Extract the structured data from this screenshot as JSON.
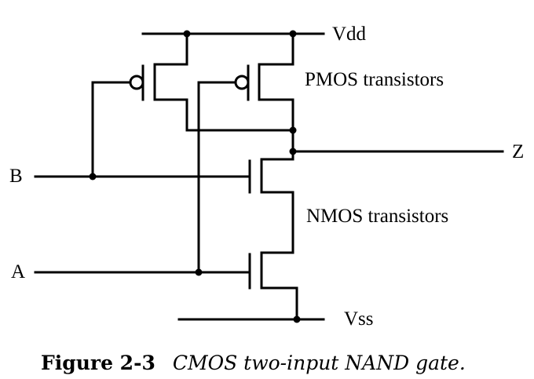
{
  "labels": {
    "vdd": "Vdd",
    "vss": "Vss",
    "input_a": "A",
    "input_b": "B",
    "output_z": "Z",
    "pmos": "PMOS transistors",
    "nmos": "NMOS transistors"
  },
  "caption": {
    "figure_number": "Figure 2-3",
    "text": "CMOS two-input NAND gate."
  },
  "colors": {
    "ink": "#000000",
    "background": "#ffffff"
  }
}
